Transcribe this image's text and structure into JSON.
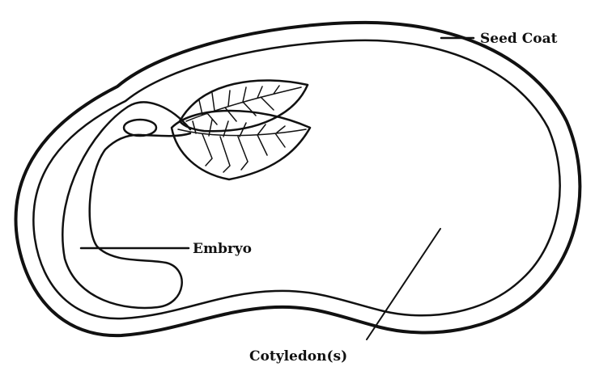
{
  "diagram": {
    "labels": {
      "seed_coat": "Seed Coat",
      "embryo": "Embryo",
      "cotyledons": "Cotyledon(s)"
    },
    "colors": {
      "line": "#111111",
      "background": "#ffffff"
    }
  }
}
